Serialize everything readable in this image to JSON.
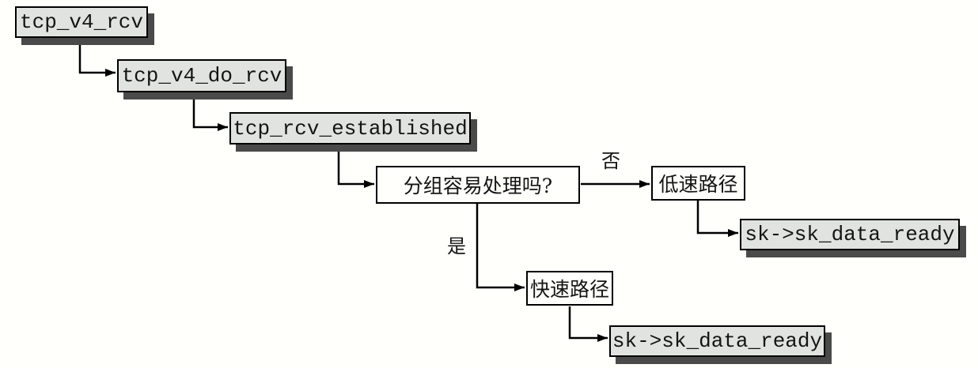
{
  "diagram": {
    "type": "flowchart",
    "nodes": [
      {
        "id": "tcp_v4_rcv",
        "label": "tcp_v4_rcv",
        "shape": "box",
        "fill": "gray"
      },
      {
        "id": "tcp_v4_do_rcv",
        "label": "tcp_v4_do_rcv",
        "shape": "box",
        "fill": "gray"
      },
      {
        "id": "tcp_rcv_established",
        "label": "tcp_rcv_established",
        "shape": "box",
        "fill": "gray"
      },
      {
        "id": "decision",
        "label": "分组容易处理吗?",
        "shape": "box",
        "fill": "white"
      },
      {
        "id": "slow_path",
        "label": "低速路径",
        "shape": "box",
        "fill": "white"
      },
      {
        "id": "sk_data_ready_slow",
        "label": "sk->sk_data_ready",
        "shape": "box",
        "fill": "gray"
      },
      {
        "id": "fast_path",
        "label": "快速路径",
        "shape": "box",
        "fill": "white"
      },
      {
        "id": "sk_data_ready_fast",
        "label": "sk->sk_data_ready",
        "shape": "box",
        "fill": "gray"
      }
    ],
    "edges": [
      {
        "from": "tcp_v4_rcv",
        "to": "tcp_v4_do_rcv",
        "label": ""
      },
      {
        "from": "tcp_v4_do_rcv",
        "to": "tcp_rcv_established",
        "label": ""
      },
      {
        "from": "tcp_rcv_established",
        "to": "decision",
        "label": ""
      },
      {
        "from": "decision",
        "to": "slow_path",
        "label": "否"
      },
      {
        "from": "decision",
        "to": "fast_path",
        "label": "是"
      },
      {
        "from": "slow_path",
        "to": "sk_data_ready_slow",
        "label": ""
      },
      {
        "from": "fast_path",
        "to": "sk_data_ready_fast",
        "label": ""
      }
    ],
    "colors": {
      "node_fill_gray": "#e1e3e0",
      "node_fill_white": "#fffffb",
      "node_shadow": "#4a4a4a",
      "border": "#000000",
      "line": "#000000",
      "background": "#fffffb",
      "text": "#141414"
    }
  }
}
